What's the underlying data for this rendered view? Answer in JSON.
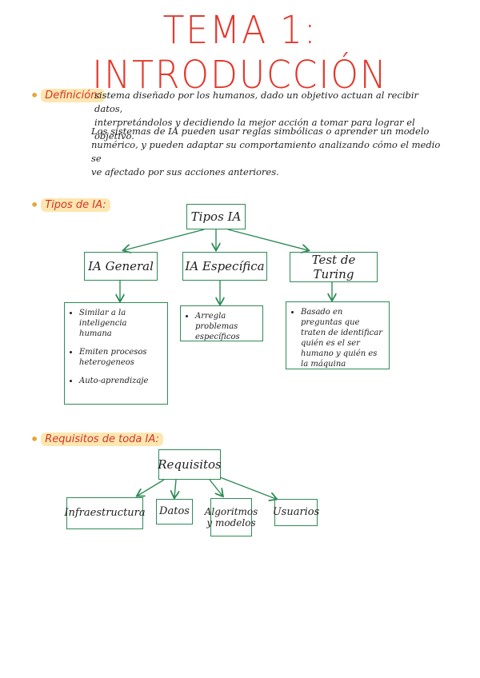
{
  "title": "TEMA 1: INTRODUCCIÓN",
  "definicion": {
    "heading": "Definición:",
    "line1": "sistema diseñado por los humanos, dado un objetivo actuan al recibir datos,",
    "line2": "interpretándolos y decidiendo la mejor acción a tomar para lograr el objetivo.",
    "para2_line1": "Los sistemas de IA pueden usar reglas simbólicas o aprender un modelo",
    "para2_line2": "numérico, y pueden adaptar su comportamiento analizando cómo el medio se",
    "para2_line3": "ve afectado por sus acciones anteriores."
  },
  "tipos": {
    "heading": "Tipos de IA:",
    "root": "Tipos IA",
    "children": [
      {
        "label": "IA General",
        "items": [
          "Similar a la inteligencia humana",
          "Emiten procesos heterogeneos",
          "Auto-aprendizaje"
        ]
      },
      {
        "label": "IA Específica",
        "items": [
          "Arregla problemas específicos"
        ]
      },
      {
        "label": "Test de Turing",
        "items": [
          "Basado en preguntas que traten de identificar quién es el ser humano y quién es la máquina"
        ]
      }
    ]
  },
  "requisitos": {
    "heading": "Requisitos de toda IA:",
    "root": "Requisitos",
    "children": [
      "Infraestructura",
      "Datos",
      "Algoritmos y modelos",
      "Usuarios"
    ]
  }
}
